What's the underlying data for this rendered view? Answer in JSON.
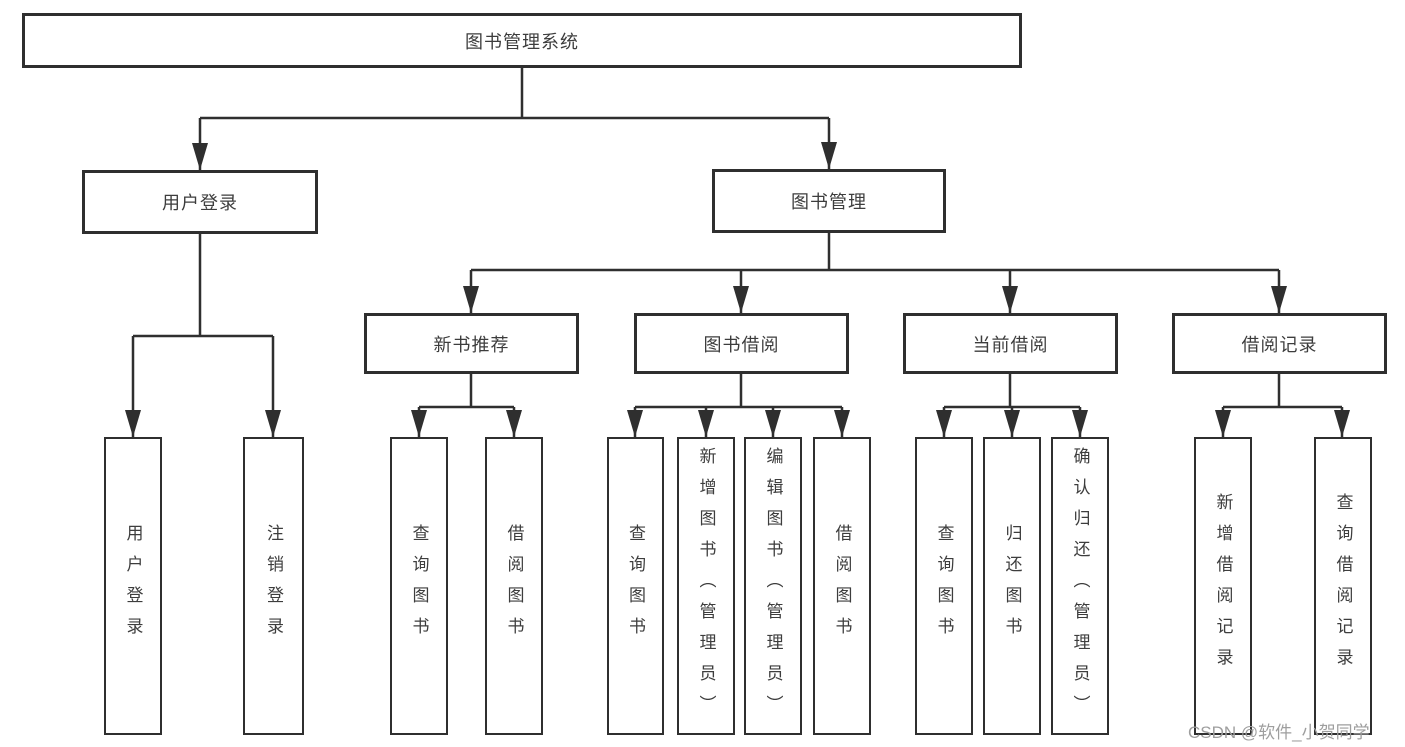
{
  "colors": {
    "line": "#2f2f2f",
    "text": "#3d3d3d",
    "watermark": "#9e9e9e"
  },
  "watermark": "CSDN @软件_小贺同学",
  "nodes": {
    "root": {
      "label": "图书管理系统"
    },
    "user_login": {
      "label": "用户登录",
      "children": [
        {
          "label": "用户登录"
        },
        {
          "label": "注销登录"
        }
      ]
    },
    "book_management": {
      "label": "图书管理",
      "children": [
        {
          "label": "新书推荐",
          "children": [
            {
              "label": "查询图书"
            },
            {
              "label": "借阅图书"
            }
          ]
        },
        {
          "label": "图书借阅",
          "children": [
            {
              "label": "查询图书"
            },
            {
              "label": "新增图书（管理员）"
            },
            {
              "label": "编辑图书（管理员）"
            },
            {
              "label": "借阅图书"
            }
          ]
        },
        {
          "label": "当前借阅",
          "children": [
            {
              "label": "查询图书"
            },
            {
              "label": "归还图书"
            },
            {
              "label": "确认归还（管理员）"
            }
          ]
        },
        {
          "label": "借阅记录",
          "children": [
            {
              "label": "新增借阅记录"
            },
            {
              "label": "查询借阅记录"
            }
          ]
        }
      ]
    }
  }
}
